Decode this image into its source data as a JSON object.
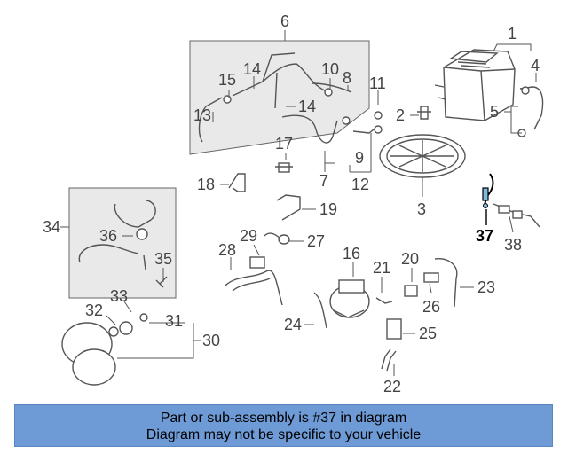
{
  "callouts": [
    "1",
    "2",
    "3",
    "4",
    "5",
    "6",
    "7",
    "8",
    "9",
    "10",
    "11",
    "12",
    "13",
    "14",
    "14",
    "15",
    "16",
    "17",
    "18",
    "19",
    "20",
    "21",
    "22",
    "23",
    "24",
    "25",
    "26",
    "27",
    "28",
    "29",
    "30",
    "31",
    "32",
    "33",
    "34",
    "35",
    "36",
    "37",
    "38"
  ],
  "highlight_part": "37",
  "banner": {
    "line1": "Part or sub-assembly is #37 in diagram",
    "line2": "Diagram may not be specific to your vehicle",
    "background": "#6e9ad6"
  }
}
